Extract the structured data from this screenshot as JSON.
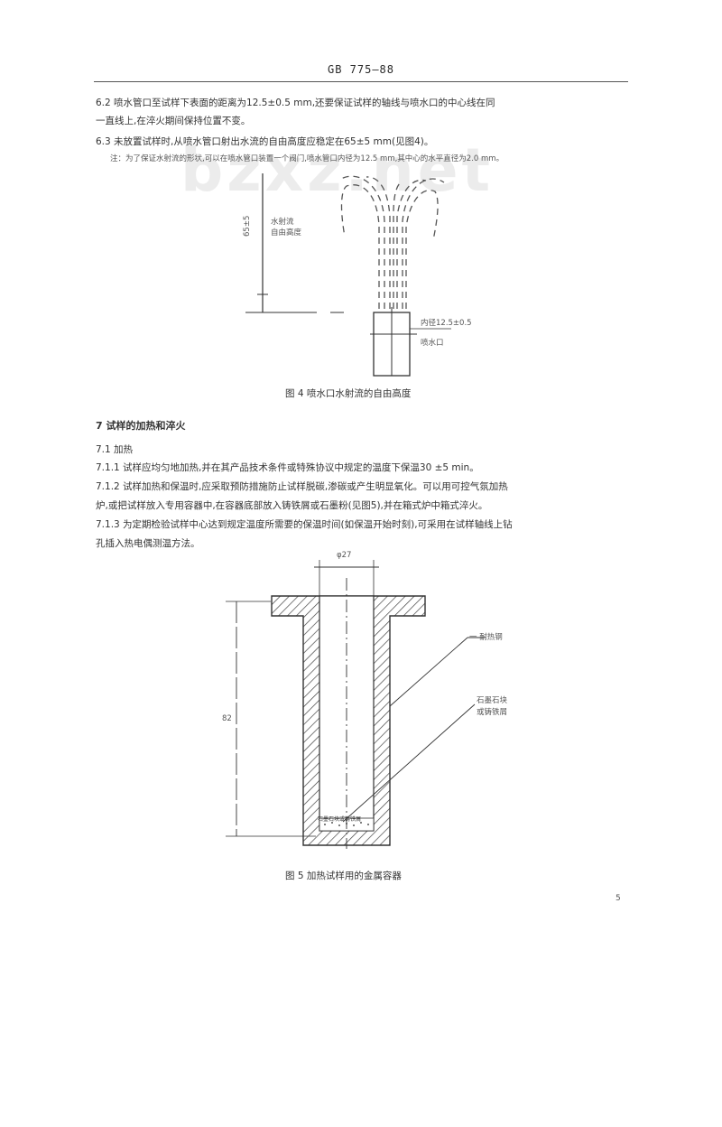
{
  "header": {
    "doc_code": "GB 775—88"
  },
  "watermark": "bzxz.net",
  "section6": {
    "p62_line1": "6.2  喷水管口至试样下表面的距离为12.5±0.5 mm,还要保证试样的轴线与喷水口的中心线在同",
    "p62_line2": "一直线上,在淬火期间保持位置不变。",
    "p63": "6.3  未放置试样时,从喷水管口射出水流的自由高度应稳定在65±5 mm(见图4)。",
    "note": "注：为了保证水射流的形状,可以在喷水管口装置一个阀门,喷水管口内径为12.5 mm,其中心的水平直径为2.0 mm。"
  },
  "figure4": {
    "label_left_1": "水射流",
    "label_left_2": "自由高度",
    "dim_height": "65±5",
    "label_nozzle_1": "内径12.5±0.5",
    "label_nozzle_2": "喷水口",
    "caption": "图 4  喷水口水射流的自由高度"
  },
  "section7": {
    "title": "7  试样的加热和淬火",
    "sub71": "7.1  加热",
    "p711": "7.1.1  试样应均匀地加热,并在其产品技术条件或特殊协议中规定的温度下保温30 ±5 min。",
    "p712_line1": "7.1.2  试样加热和保温时,应采取预防措施防止试样脱碳,渗碳或产生明显氧化。可以用可控气氛加热",
    "p712_line2": "炉,或把试样放入专用容器中,在容器底部放入铸铁屑或石墨粉(见图5),并在箱式炉中箱式淬火。",
    "p713_line1": "7.1.3  为定期检验试样中心达到规定温度所需要的保温时间(如保温开始时刻),可采用在试样轴线上钻",
    "p713_line2": "孔插入热电偶测温方法。"
  },
  "figure5": {
    "dim_top": "φ27",
    "dim_side": "82",
    "label_right_1": "一 耐热钢",
    "label_right_2": "石墨石块",
    "label_right_3": "或铸铁屑",
    "label_bottom": "石墨石块或铸铁屑",
    "caption": "图 5  加热试样用的金属容器"
  },
  "page_number": "5"
}
